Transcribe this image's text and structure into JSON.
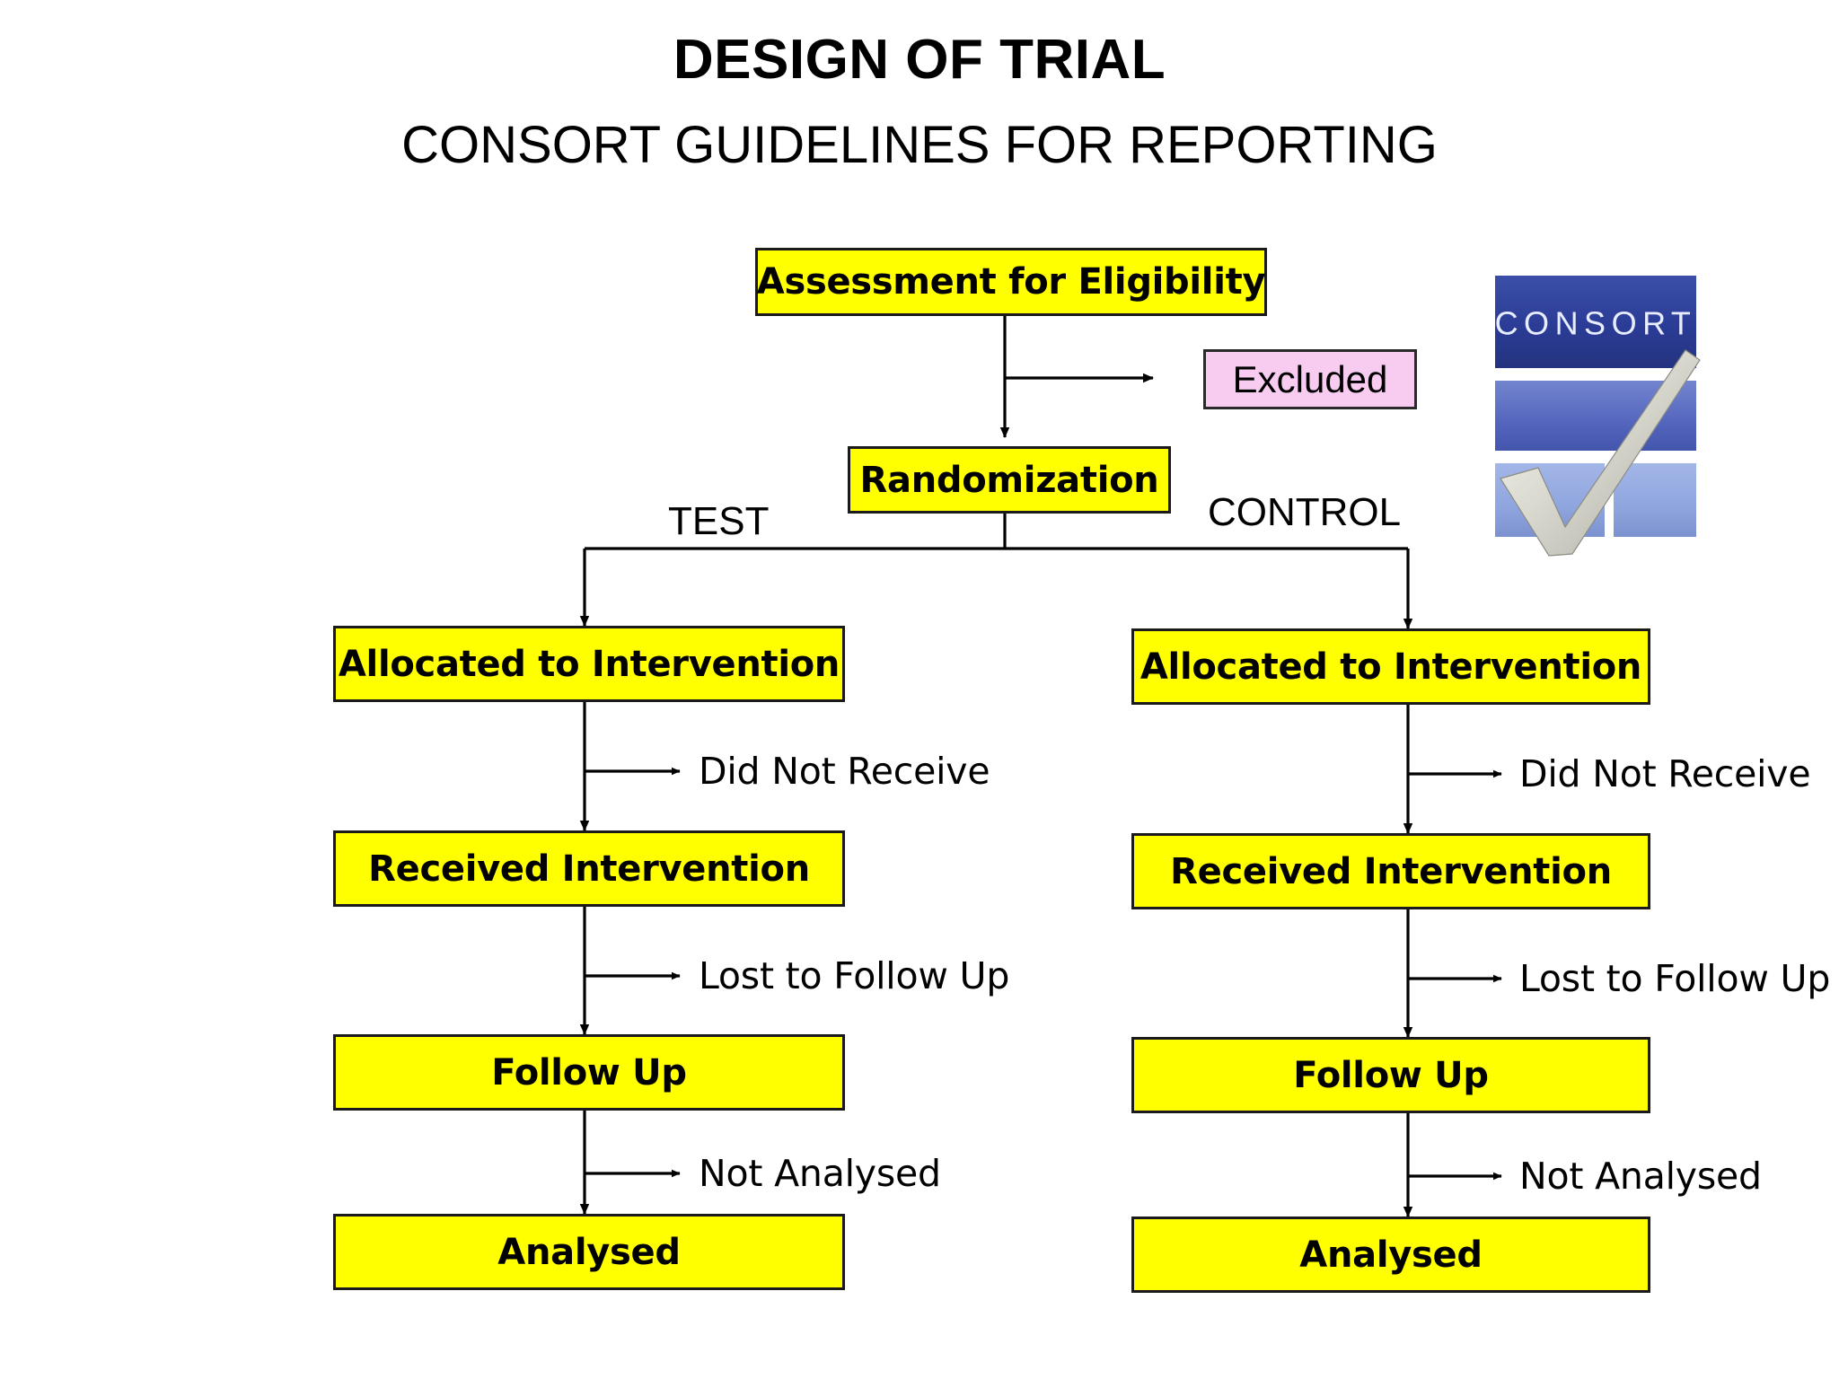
{
  "header": {
    "title": "DESIGN OF TRIAL",
    "subtitle": "CONSORT GUIDELINES FOR REPORTING"
  },
  "colors": {
    "box_fill": "#FFFF00",
    "box_border": "#1a1a1a",
    "excluded_fill": "#F8CCF0",
    "excluded_border": "#2a2a2a",
    "connector": "#000000",
    "logo_dark_blue": "#2B3C96",
    "logo_mid_blue": "#5465BE",
    "logo_light_blue": "#8FA5DE",
    "logo_check": "#D8D8CE",
    "background": "#FFFFFF"
  },
  "flow": {
    "assessment": {
      "label": "Assessment for Eligibility"
    },
    "excluded": {
      "label": "Excluded"
    },
    "randomization": {
      "label": "Randomization"
    },
    "branches": {
      "left_label": "TEST",
      "right_label": "CONTROL"
    },
    "arms": [
      {
        "arm": "test",
        "steps": [
          {
            "label": "Allocated to Intervention"
          },
          {
            "label": "Received Intervention"
          },
          {
            "label": "Follow Up"
          },
          {
            "label": "Analysed"
          }
        ],
        "dropouts": [
          {
            "label": "Did Not Receive"
          },
          {
            "label": "Lost to Follow Up"
          },
          {
            "label": "Not Analysed"
          }
        ]
      },
      {
        "arm": "control",
        "steps": [
          {
            "label": "Allocated to Intervention"
          },
          {
            "label": "Received Intervention"
          },
          {
            "label": "Follow Up"
          },
          {
            "label": "Analysed"
          }
        ],
        "dropouts": [
          {
            "label": "Did Not Receive"
          },
          {
            "label": "Lost to Follow Up"
          },
          {
            "label": "Not Analysed"
          }
        ]
      }
    ]
  },
  "logo": {
    "wordmark": "CONSORT",
    "icon": "consort-checkmark-logo"
  }
}
